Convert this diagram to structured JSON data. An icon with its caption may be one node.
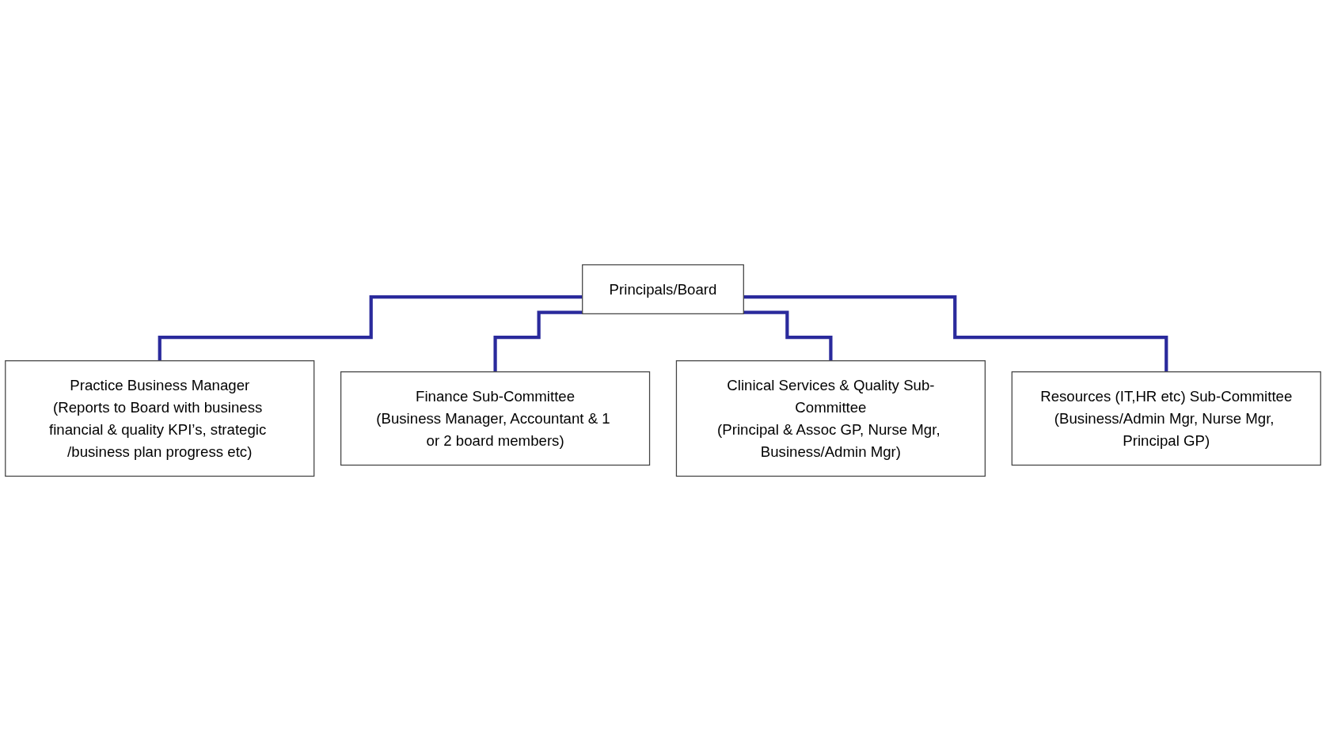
{
  "diagram": {
    "nodes": [
      {
        "text": [
          "Principals/Board"
        ]
      },
      {
        "text": [
          "Practice Business Manager",
          "(Reports to Board with business financial & quality KPI’s, strategic /business plan progress etc)"
        ]
      },
      {
        "text": [
          "Finance Sub-Committee",
          "(Business Manager, Accountant & 1 or 2 board members)"
        ]
      },
      {
        "text": [
          "Clinical Services & Quality Sub-Committee",
          "(Principal & Assoc GP, Nurse Mgr, Business/Admin Mgr)"
        ]
      },
      {
        "text": [
          "Resources (IT,HR etc) Sub-Committee",
          "(Business/Admin Mgr, Nurse Mgr, Principal GP)"
        ]
      }
    ],
    "edges": [
      {
        "from": 0,
        "to": 1,
        "arrow": "none"
      },
      {
        "from": 0,
        "to": 2,
        "arrow": "none"
      },
      {
        "from": 0,
        "to": 3,
        "arrow": "none"
      },
      {
        "from": 0,
        "to": 4,
        "arrow": "none"
      }
    ]
  }
}
